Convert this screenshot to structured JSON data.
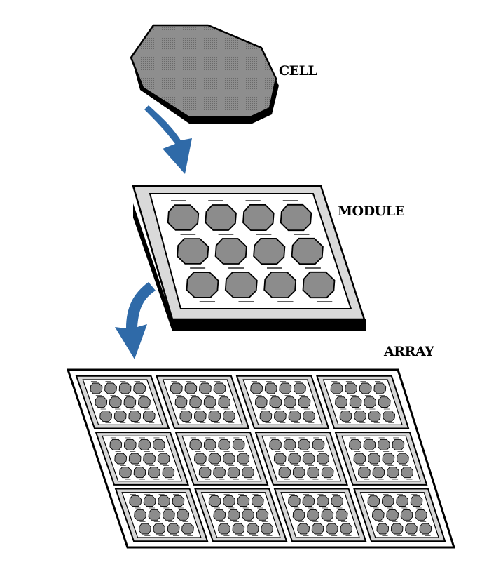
{
  "labels": {
    "cell": "CELL",
    "module": "MODULE",
    "array": "ARRAY"
  },
  "structure": {
    "module_cell_rows": 3,
    "module_cell_cols": 4,
    "array_module_rows": 3,
    "array_module_cols": 4
  },
  "colors": {
    "cell_fill": "#8c8c8c",
    "cell_edge": "#000000",
    "frame_fill": "#d6d6d6",
    "arrow": "#2f6aa8",
    "background": "#ffffff"
  },
  "icons": {
    "arrow_cell_to_module": "curved-arrow-down-icon",
    "arrow_module_to_array": "curved-arrow-down-icon"
  }
}
